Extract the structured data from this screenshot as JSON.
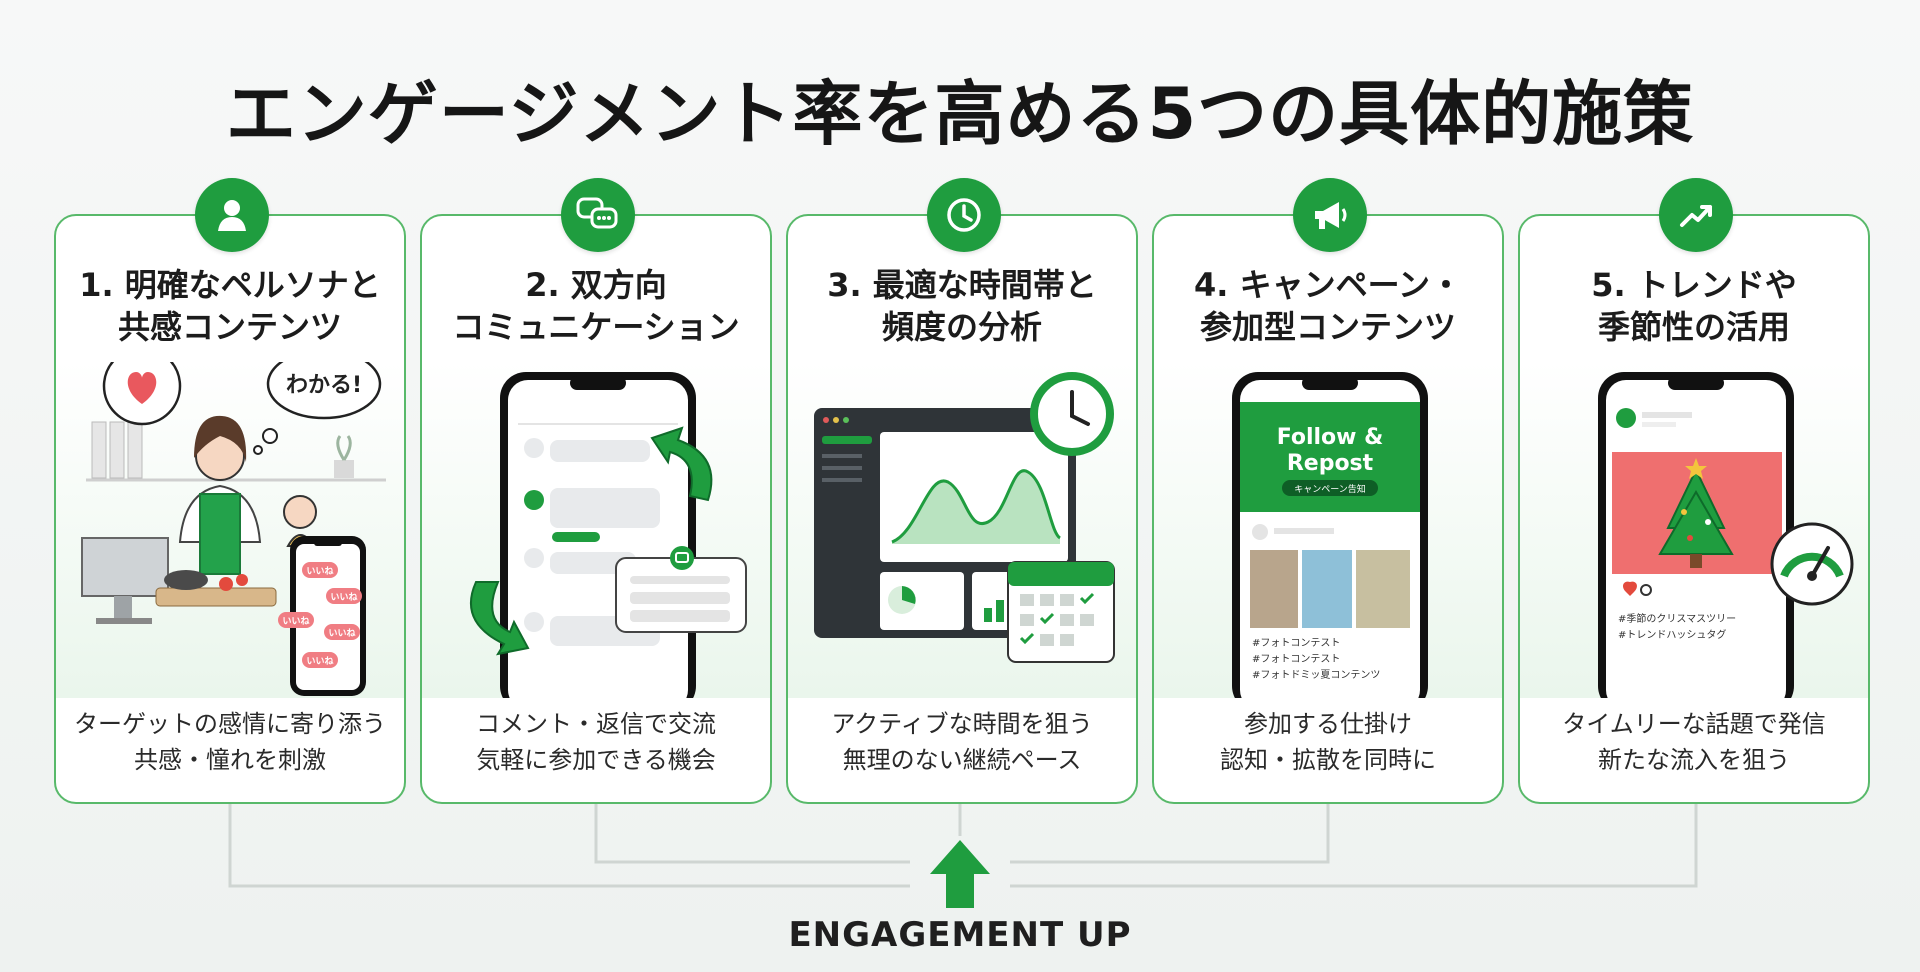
{
  "title": "エンゲージメント率を高める5つの具体的施策",
  "cards": [
    {
      "title": "1. 明確なペルソナと\n共感コンテンツ",
      "desc": "ターゲットの感情に寄り添う\n共感・憧れを刺激",
      "icon": "person-icon",
      "art": {
        "bubble": "わかる!",
        "chips": [
          "いいね",
          "いいね",
          "いいね",
          "いいね",
          "いいね"
        ]
      }
    },
    {
      "title": "2. 双方向\nコミュニケーション",
      "desc": "コメント・返信で交流\n気軽に参加できる機会",
      "icon": "chat-icon"
    },
    {
      "title": "3. 最適な時間帯と\n頻度の分析",
      "desc": "アクティブな時間を狙う\n無理のない継続ペース",
      "icon": "clock-icon"
    },
    {
      "title": "4. キャンペーン・\n参加型コンテンツ",
      "desc": "参加する仕掛け\n認知・拡散を同時に",
      "icon": "megaphone-icon",
      "art": {
        "headline": "Follow &\nRepost",
        "tag": "キャンペーン告知",
        "hashtags": [
          "#フォトコンテスト",
          "#フォトコンテスト",
          "#フォトドミッ夏コンテンツ"
        ]
      }
    },
    {
      "title": "5. トレンドや\n季節性の活用",
      "desc": "タイムリーな話題で発信\n新たな流入を狙う",
      "icon": "trend-up-icon",
      "art": {
        "hashtags": [
          "#季節のクリスマスツリー",
          "#トレンドハッシュタグ"
        ]
      }
    }
  ],
  "footer_label": "ENGAGEMENT UP",
  "colors": {
    "accent": "#1f9d3f",
    "border": "#58b96a",
    "pink": "#f07d83"
  }
}
